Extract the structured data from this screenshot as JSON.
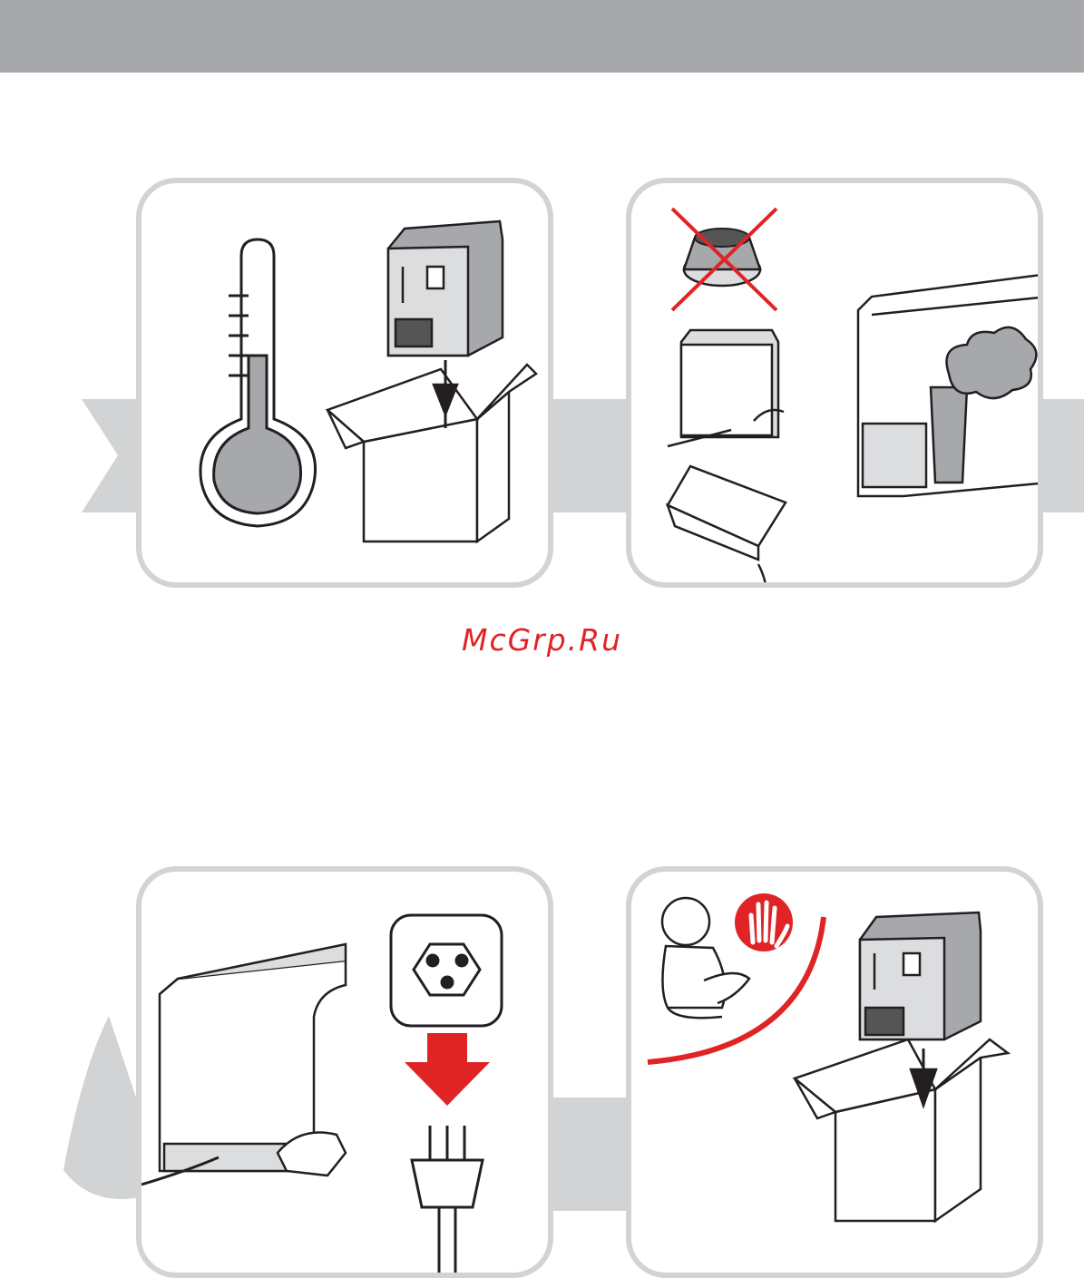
{
  "watermark": {
    "text": "McGrp.Ru"
  },
  "colors": {
    "header": "#a6a8ab",
    "panel_border": "#d1d3d4",
    "arrow": "#d1d3d4",
    "accent_red": "#e02426",
    "line": "#231f20",
    "fill_grey": "#a6a8ab"
  },
  "panels": [
    {
      "id": "temperature-storage",
      "icons": [
        "thermometer-icon",
        "coffee-machine-icon",
        "box-icon"
      ]
    },
    {
      "id": "empty-machine",
      "icons": [
        "capsule-crossed-icon",
        "water-tank-icon",
        "drip-tray-icon",
        "steam-cup-icon"
      ]
    },
    {
      "id": "unplug",
      "icons": [
        "machine-back-icon",
        "socket-icon",
        "down-arrow-icon",
        "plug-icon"
      ]
    },
    {
      "id": "keep-from-children",
      "icons": [
        "baby-icon",
        "stop-hand-icon",
        "coffee-machine-icon",
        "box-icon"
      ]
    }
  ]
}
